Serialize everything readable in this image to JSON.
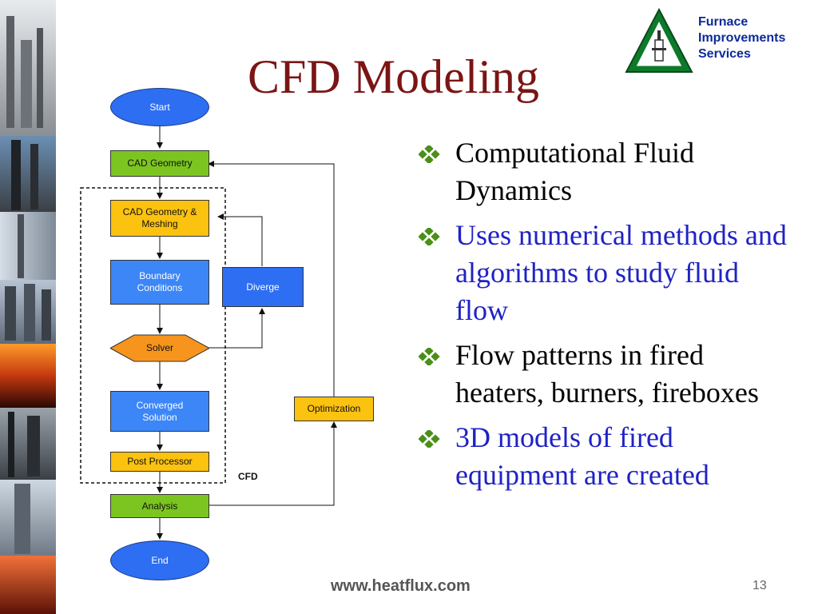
{
  "slide": {
    "title": "CFD Modeling",
    "logo_lines": [
      "Furnace",
      "Improvements",
      "Services"
    ],
    "bullets": [
      {
        "text": "Computational Fluid Dynamics",
        "color": "#000000"
      },
      {
        "text": "Uses numerical methods and algorithms to study fluid flow",
        "color": "#1f22c4"
      },
      {
        "text": "Flow patterns in fired heaters, burners, fireboxes",
        "color": "#000000"
      },
      {
        "text": "3D models of fired equipment are created",
        "color": "#1f22c4"
      }
    ],
    "footer_url": "www.heatflux.com",
    "page_number": "13",
    "title_color": "#7b1515"
  },
  "flowchart": {
    "start": "Start",
    "cad_geometry": "CAD Geometry",
    "cad_meshing": "CAD Geometry &\nMeshing",
    "boundary": "Boundary\nConditions",
    "diverge": "Diverge",
    "solver": "Solver",
    "converged": "Converged\nSolution",
    "optimization": "Optimization",
    "post_processor": "Post Processor",
    "cfd_label": "CFD",
    "analysis": "Analysis",
    "end": "End"
  }
}
